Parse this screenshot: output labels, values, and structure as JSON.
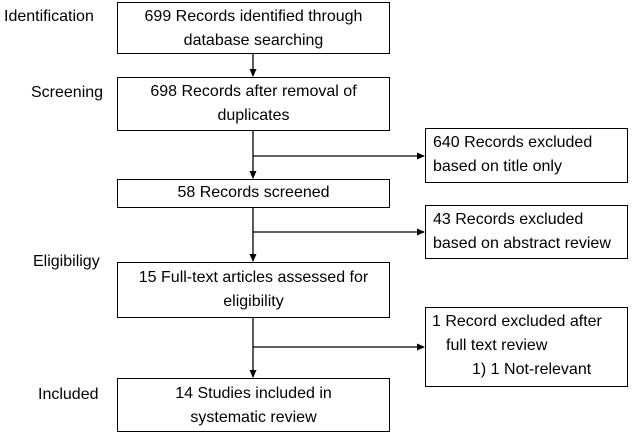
{
  "stages": {
    "identification": "Identification",
    "screening": "Screening",
    "eligibility": "Eligibiligy",
    "included": "Included"
  },
  "boxes": {
    "identified": {
      "line1": "699 Records identified through",
      "line2": "database searching"
    },
    "after_duplicates": {
      "line1": "698 Records after removal of",
      "line2": "duplicates"
    },
    "screened": {
      "line1": "58 Records screened"
    },
    "fulltext": {
      "line1": "15 Full-text articles assessed for",
      "line2": "eligibility"
    },
    "included": {
      "line1": "14 Studies included in",
      "line2": "systematic review"
    }
  },
  "exclusions": {
    "title": {
      "line1": "640 Records excluded",
      "line2": "based on title only"
    },
    "abstract": {
      "line1": "43 Records excluded",
      "line2": "based on abstract review"
    },
    "fulltext": {
      "line1": "1 Record excluded after",
      "line2": "full text review",
      "line3": "1) 1 Not-relevant"
    }
  }
}
